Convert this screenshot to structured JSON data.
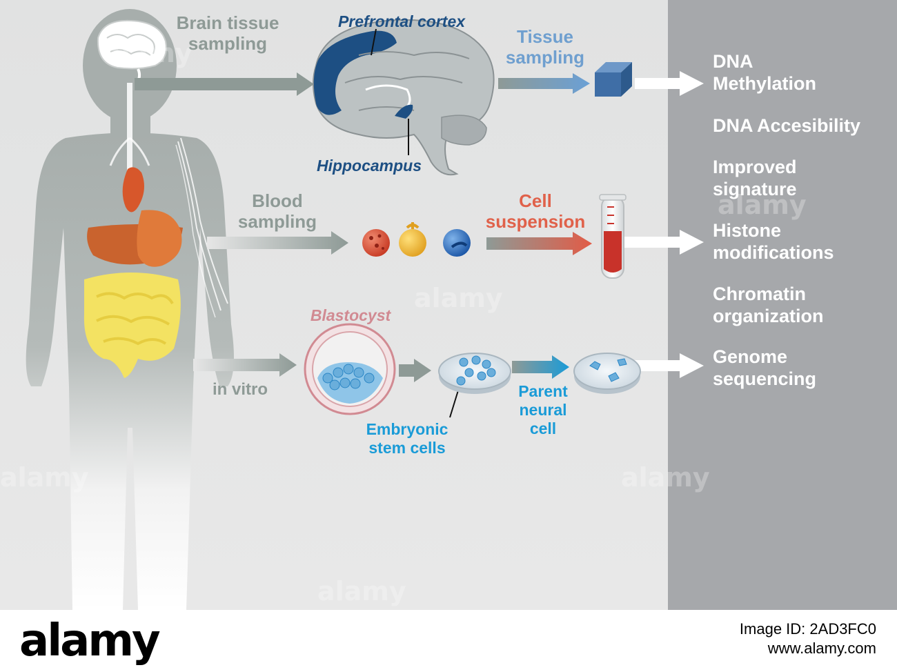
{
  "labels": {
    "brain_tissue_sampling": [
      "Brain tissue",
      "sampling"
    ],
    "prefrontal_cortex": "Prefrontal cortex",
    "hippocampus": "Hippocampus",
    "tissue_sampling": [
      "Tissue",
      "sampling"
    ],
    "blood_sampling": [
      "Blood",
      "sampling"
    ],
    "cell_suspension": [
      "Cell",
      "suspension"
    ],
    "in_vitro": "in vitro",
    "blastocyst": "Blastocyst",
    "embryonic_stem_cells": [
      "Embryonic",
      "stem cells"
    ],
    "parent_neural_cell": [
      "Parent",
      "neural",
      "cell"
    ]
  },
  "outcomes": [
    [
      "DNA",
      "Methylation"
    ],
    [
      "DNA Accesibility"
    ],
    [
      "Improved",
      "signature"
    ],
    [
      "Histone",
      "modifications"
    ],
    [
      "Chromatin",
      "organization"
    ],
    [
      "Genome",
      "sequencing"
    ]
  ],
  "watermark": "alamy",
  "footer": {
    "logo": "alamy",
    "image_id": "Image ID: 2AD3FC0",
    "url": "www.alamy.com"
  },
  "colors": {
    "background": "#e2e3e3",
    "right_panel": "#a6a8ab",
    "body_silhouette": "#a9b0ae",
    "brain_gray": "#bcc2c3",
    "brain_blue": "#1d4f83",
    "arrow_gray": "#8e9a96",
    "tissue_blue": "#6f9fcf",
    "cell_red": "#e0614a",
    "cyan": "#1a9bd7",
    "blastocyst_pink": "#d18a92",
    "heart": "#d7572b",
    "liver": "#c9632e",
    "intestine": "#f3e262"
  }
}
